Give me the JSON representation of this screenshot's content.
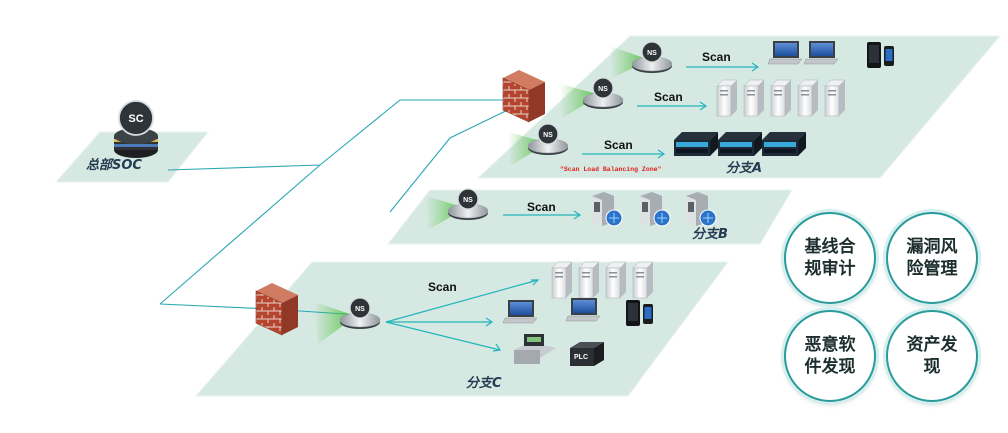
{
  "headquarters": {
    "label": "总部SOC",
    "sensor_text": "SC"
  },
  "sensor_text": "NS",
  "scan_label": "Scan",
  "zone_label": "\"Scan Load Balancing Zone\"",
  "branches": [
    {
      "label": "分支A"
    },
    {
      "label": "分支B"
    },
    {
      "label": "分支C"
    }
  ],
  "plc_label": "PLC",
  "features": [
    {
      "label": "基线合规审计"
    },
    {
      "label": "漏洞风险管理"
    },
    {
      "label": "恶意软件发现"
    },
    {
      "label": "资产发现"
    }
  ],
  "colors": {
    "plane": "#d6e8e2",
    "link": "#2aa7b2",
    "bubble_border": "#2a9a9a",
    "zone_text": "#e0201b"
  }
}
